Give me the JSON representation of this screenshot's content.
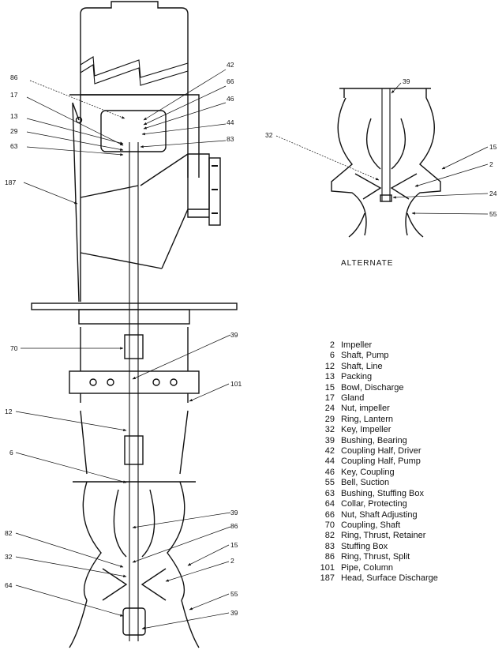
{
  "alternate_caption": "ALTERNATE",
  "callouts": {
    "n42": "42",
    "n86_top": "86",
    "n66": "66",
    "n17": "17",
    "n46": "46",
    "n13": "13",
    "n44": "44",
    "n29": "29",
    "n83": "83",
    "n63": "63",
    "n187": "187",
    "n70": "70",
    "n39_mid": "39",
    "n101": "101",
    "n12": "12",
    "n6": "6",
    "n39_bowl": "39",
    "n86_bowl": "86",
    "n82": "82",
    "n15_bowl": "15",
    "n32_bowl": "32",
    "n2_bowl": "2",
    "n64": "64",
    "n55_bell": "55",
    "n39_bottom": "39",
    "alt_39": "39",
    "alt_32": "32",
    "alt_15": "15",
    "alt_2": "2",
    "alt_24": "24",
    "alt_55": "55"
  },
  "parts_legend": [
    {
      "no": "2",
      "desc": "Impeller"
    },
    {
      "no": "6",
      "desc": "Shaft, Pump"
    },
    {
      "no": "12",
      "desc": "Shaft, Line"
    },
    {
      "no": "13",
      "desc": "Packing"
    },
    {
      "no": "15",
      "desc": "Bowl, Discharge"
    },
    {
      "no": "17",
      "desc": "Gland"
    },
    {
      "no": "24",
      "desc": "Nut, impeller"
    },
    {
      "no": "29",
      "desc": "Ring, Lantern"
    },
    {
      "no": "32",
      "desc": "Key, Impeller"
    },
    {
      "no": "39",
      "desc": "Bushing, Bearing"
    },
    {
      "no": "42",
      "desc": "Coupling Half, Driver"
    },
    {
      "no": "44",
      "desc": "Coupling Half, Pump"
    },
    {
      "no": "46",
      "desc": "Key, Coupling"
    },
    {
      "no": "55",
      "desc": "Bell, Suction"
    },
    {
      "no": "63",
      "desc": "Bushing, Stuffing Box"
    },
    {
      "no": "64",
      "desc": "Collar, Protecting"
    },
    {
      "no": "66",
      "desc": "Nut, Shaft Adjusting"
    },
    {
      "no": "70",
      "desc": "Coupling, Shaft"
    },
    {
      "no": "82",
      "desc": "Ring, Thrust, Retainer"
    },
    {
      "no": "83",
      "desc": "Stuffing Box"
    },
    {
      "no": "86",
      "desc": "Ring, Thrust, Split"
    },
    {
      "no": "101",
      "desc": "Pipe, Column"
    },
    {
      "no": "187",
      "desc": "Head, Surface Discharge"
    }
  ]
}
